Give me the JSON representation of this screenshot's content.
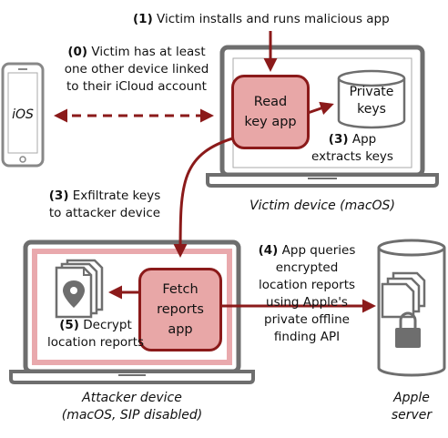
{
  "steps": {
    "s1": {
      "num": "(1)",
      "text": "Victim installs and runs malicious app"
    },
    "s0": {
      "num": "(0)",
      "line1": "Victim has at least",
      "line2": "one other device linked",
      "line3": "to their iCloud account"
    },
    "s3a": {
      "num": "(3)",
      "line1": "App",
      "line2": "extracts keys"
    },
    "s3b": {
      "num": "(3)",
      "line1": "Exfiltrate keys",
      "line2": "to attacker device"
    },
    "s4": {
      "num": "(4)",
      "line1": "App queries",
      "line2": "encrypted",
      "line3": "location reports",
      "line4": "using Apple's",
      "line5": "private offline",
      "line6": "finding API"
    },
    "s5": {
      "num": "(5)",
      "line1": "Decrypt",
      "line2": "location reports"
    }
  },
  "apps": {
    "read": {
      "line1": "Read",
      "line2": "key app"
    },
    "fetch": {
      "line1": "Fetch",
      "line2": "reports",
      "line3": "app"
    }
  },
  "storage": {
    "line1": "Private",
    "line2": "keys"
  },
  "devices": {
    "ios": "iOS",
    "victim": "Victim device (macOS)",
    "attacker_line1": "Attacker device",
    "attacker_line2": "(macOS, SIP disabled)",
    "server_line1": "Apple",
    "server_line2": "server"
  },
  "icons": [
    "phone-icon",
    "laptop-icon",
    "database-icon",
    "documents-icon",
    "location-pin-icon",
    "server-icon",
    "lock-icon"
  ],
  "colors": {
    "accent": "#8b1a1a",
    "app_fill": "#e8a7a7",
    "device_gray": "#6e6e6e",
    "attacker_screen": "#e9a9ad"
  }
}
